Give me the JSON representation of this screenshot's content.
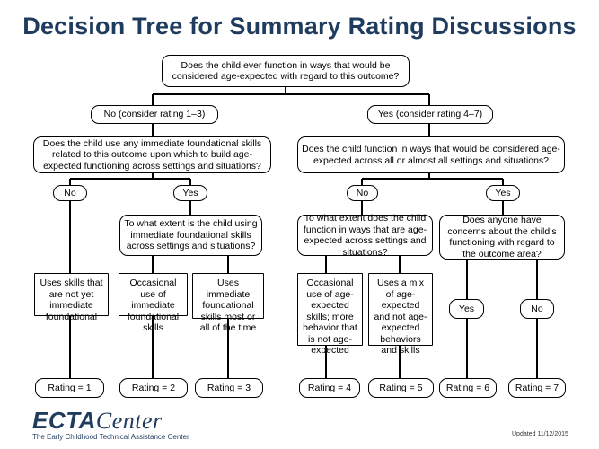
{
  "title": "Decision Tree for Summary Rating Discussions",
  "root_question": "Does the child ever function in ways that would be considered age-expected with regard to this outcome?",
  "left_branch": {
    "label": "No (consider rating 1–3)",
    "question": "Does the child use any immediate foundational skills related to this outcome upon which to build age-expected functioning across settings and situations?",
    "no_label": "No",
    "yes_label": "Yes",
    "yes_question": "To what extent is the child using immediate foundational skills across settings and situations?",
    "leaf_1": "Uses skills that are not yet immediate foundational",
    "leaf_2": "Occasional use of immediate foundational skills",
    "leaf_3": "Uses immediate foundational skills most or all of the time"
  },
  "right_branch": {
    "label": "Yes (consider rating 4–7)",
    "question": "Does the child function in ways that would be considered age-expected across all or almost all settings and situations?",
    "no_label": "No",
    "yes_label": "Yes",
    "no_question": "To what extent does the child function in ways that are age-expected across settings and situations?",
    "yes_question": "Does anyone have concerns about the child’s functioning with regard to the outcome area?",
    "leaf_4": "Occasional use of age-expected skills; more behavior that is not age-expected",
    "leaf_5": "Uses a mix of age-expected and not age-expected behaviors and skills",
    "concern_yes": "Yes",
    "concern_no": "No"
  },
  "ratings": [
    "Rating = 1",
    "Rating = 2",
    "Rating = 3",
    "Rating = 4",
    "Rating = 5",
    "Rating = 6",
    "Rating = 7"
  ],
  "logo": {
    "main_a": "ECTA",
    "main_b": "Center",
    "subtitle": "The Early Childhood Technical Assistance Center"
  },
  "updated": "Updated 11/12/2015",
  "colors": {
    "title": "#1f3c5f",
    "line": "#000000"
  }
}
